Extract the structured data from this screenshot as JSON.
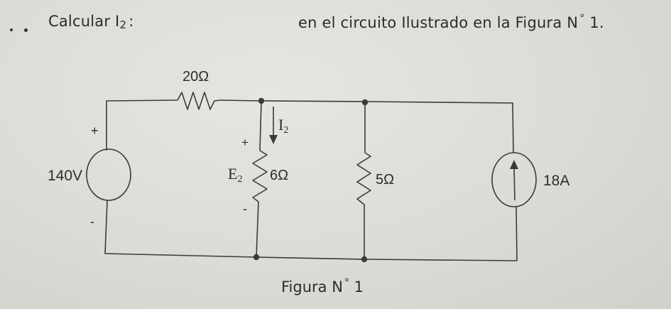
{
  "problem": {
    "prefix": "Calcular ",
    "target_var": "I",
    "target_sub": "2",
    "target_suffix": ":",
    "rest": "en el circuito Ilustrado en la Figura N",
    "degree": "°",
    "rest_end": " 1."
  },
  "circuit": {
    "voltage_source": {
      "value": "140V",
      "plus": "+",
      "minus": "-"
    },
    "series_resistor": {
      "value": "20Ω"
    },
    "resistor_6": {
      "value": "6Ω",
      "voltage_label": "E",
      "voltage_sub": "2",
      "plus": "+",
      "minus": "-"
    },
    "current_label": {
      "var": "I",
      "sub": "2"
    },
    "resistor_5": {
      "value": "5Ω"
    },
    "current_source": {
      "value": "18A"
    }
  },
  "caption": {
    "text": "Figura N",
    "degree": "°",
    "number": " 1"
  },
  "colors": {
    "ink": "#3a3a3a",
    "paper": "#dcdcd7"
  }
}
